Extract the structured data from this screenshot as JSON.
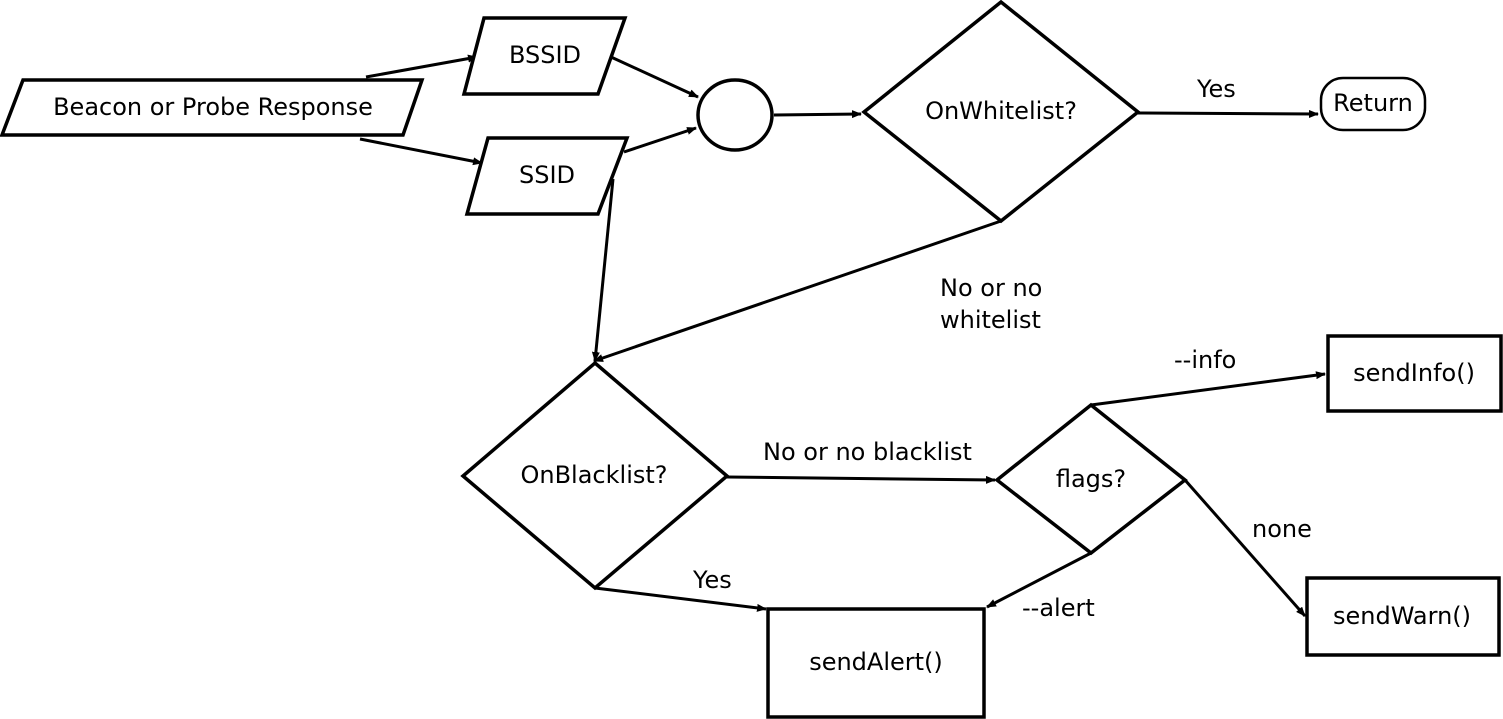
{
  "diagram": {
    "nodes": {
      "beacon": "Beacon or Probe Response",
      "bssid": "BSSID",
      "ssid": "SSID",
      "whitelist": "OnWhitelist?",
      "return": "Return",
      "blacklist": "OnBlacklist?",
      "flags": "flags?",
      "send_info": "sendInfo()",
      "send_warn": "sendWarn()",
      "send_alert": "sendAlert()"
    },
    "edge_labels": {
      "whitelist_yes": "Yes",
      "whitelist_no_line1": "No or no",
      "whitelist_no_line2": "whitelist",
      "blacklist_no": "No or no blacklist",
      "blacklist_yes": "Yes",
      "flags_info": "--info",
      "flags_none": "none",
      "flags_alert": "--alert"
    }
  }
}
